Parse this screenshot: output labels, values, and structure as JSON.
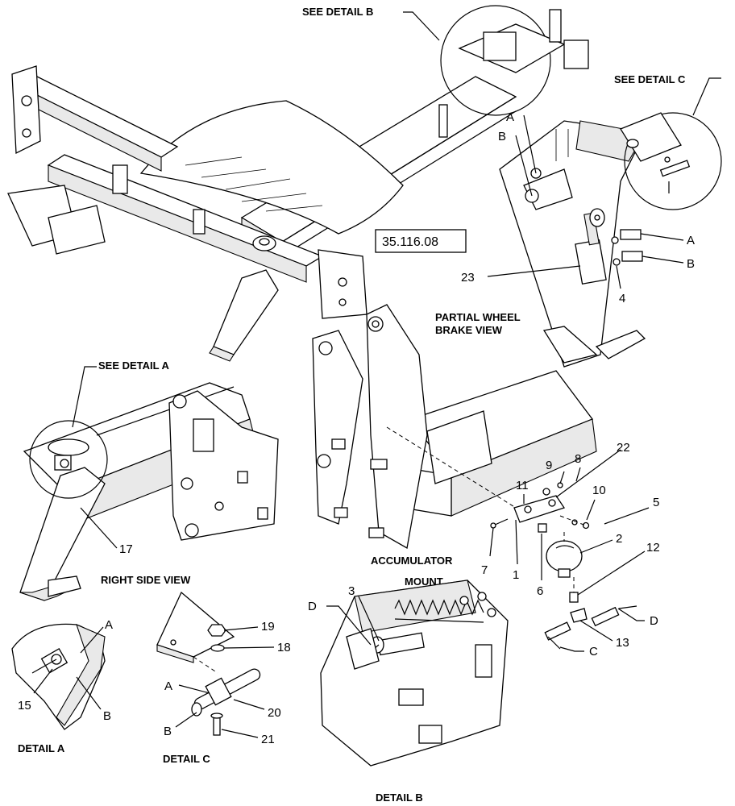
{
  "reference_code": "35.116.08",
  "captions": {
    "see_detail_b": "SEE DETAIL  B",
    "see_detail_c": "SEE DETAIL  C",
    "see_detail_a": "SEE DETAIL  A",
    "partial_wheel_brake_1": "PARTIAL WHEEL",
    "partial_wheel_brake_2": "BRAKE VIEW",
    "right_side_view": "RIGHT SIDE VIEW",
    "accumulator_1": "ACCUMULATOR",
    "accumulator_2": "MOUNT",
    "detail_a": "DETAIL  A",
    "detail_b": "DETAIL  B",
    "detail_c": "DETAIL  C"
  },
  "callouts": {
    "brake_A_top": "A",
    "brake_B_top": "B",
    "brake_A_right": "A",
    "brake_B_right": "B",
    "n23": "23",
    "n4": "4",
    "n22": "22",
    "n9": "9",
    "n8": "8",
    "n11": "11",
    "n10": "10",
    "n5": "5",
    "n2": "2",
    "n12": "12",
    "n7": "7",
    "n1": "1",
    "n6": "6",
    "n17": "17",
    "n3": "3",
    "D_left": "D",
    "D_right": "D",
    "C_right": "C",
    "n13": "13",
    "n19": "19",
    "n18": "18",
    "n20": "20",
    "n21": "21",
    "detC_A": "A",
    "detC_B": "B",
    "detA_A": "A",
    "detA_B": "B",
    "n15": "15"
  }
}
